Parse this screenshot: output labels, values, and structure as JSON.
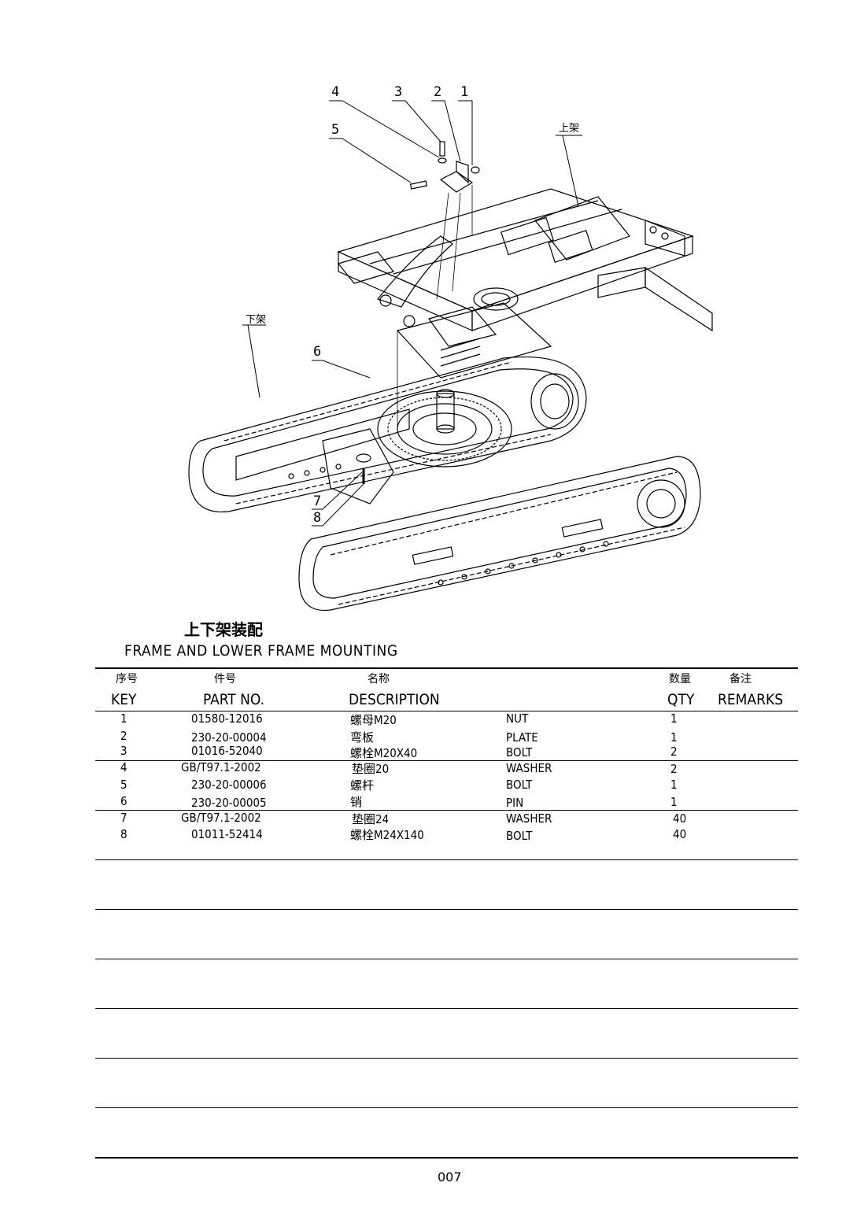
{
  "drawing": {
    "callouts": [
      "1",
      "2",
      "3",
      "4",
      "5",
      "6",
      "7",
      "8"
    ],
    "upper_frame_label": "上架",
    "lower_frame_label": "下架"
  },
  "title": {
    "cn": "上下架装配",
    "en": "FRAME AND LOWER FRAME MOUNTING"
  },
  "table": {
    "headers_cn": [
      "序号",
      "件号",
      "名称",
      "数量",
      "备注"
    ],
    "headers_en": [
      "KEY",
      "PART NO.",
      "DESCRIPTION",
      "QTY",
      "REMARKS"
    ],
    "rows": [
      {
        "key": "1",
        "part": "01580-12016",
        "cn": "螺母M20",
        "en": "NUT",
        "qty": "1"
      },
      {
        "key": "2",
        "part": "230-20-00004",
        "cn": "弯板",
        "en": "PLATE",
        "qty": "1"
      },
      {
        "key": "3",
        "part": "01016-52040",
        "cn": "螺栓M20X40",
        "en": "BOLT",
        "qty": "2"
      },
      {
        "key": "4",
        "part": "GB/T97.1-2002",
        "cn": "垫圈20",
        "en": "WASHER",
        "qty": "2"
      },
      {
        "key": "5",
        "part": "230-20-00006",
        "cn": "螺杆",
        "en": "BOLT",
        "qty": "1"
      },
      {
        "key": "6",
        "part": "230-20-00005",
        "cn": "销",
        "en": "PIN",
        "qty": "1"
      },
      {
        "key": "7",
        "part": "GB/T97.1-2002",
        "cn": "垫圈24",
        "en": "WASHER",
        "qty": "40"
      },
      {
        "key": "8",
        "part": "01011-52414",
        "cn": "螺栓M24X140",
        "en": "BOLT",
        "qty": "40"
      }
    ]
  },
  "page_number": "007"
}
